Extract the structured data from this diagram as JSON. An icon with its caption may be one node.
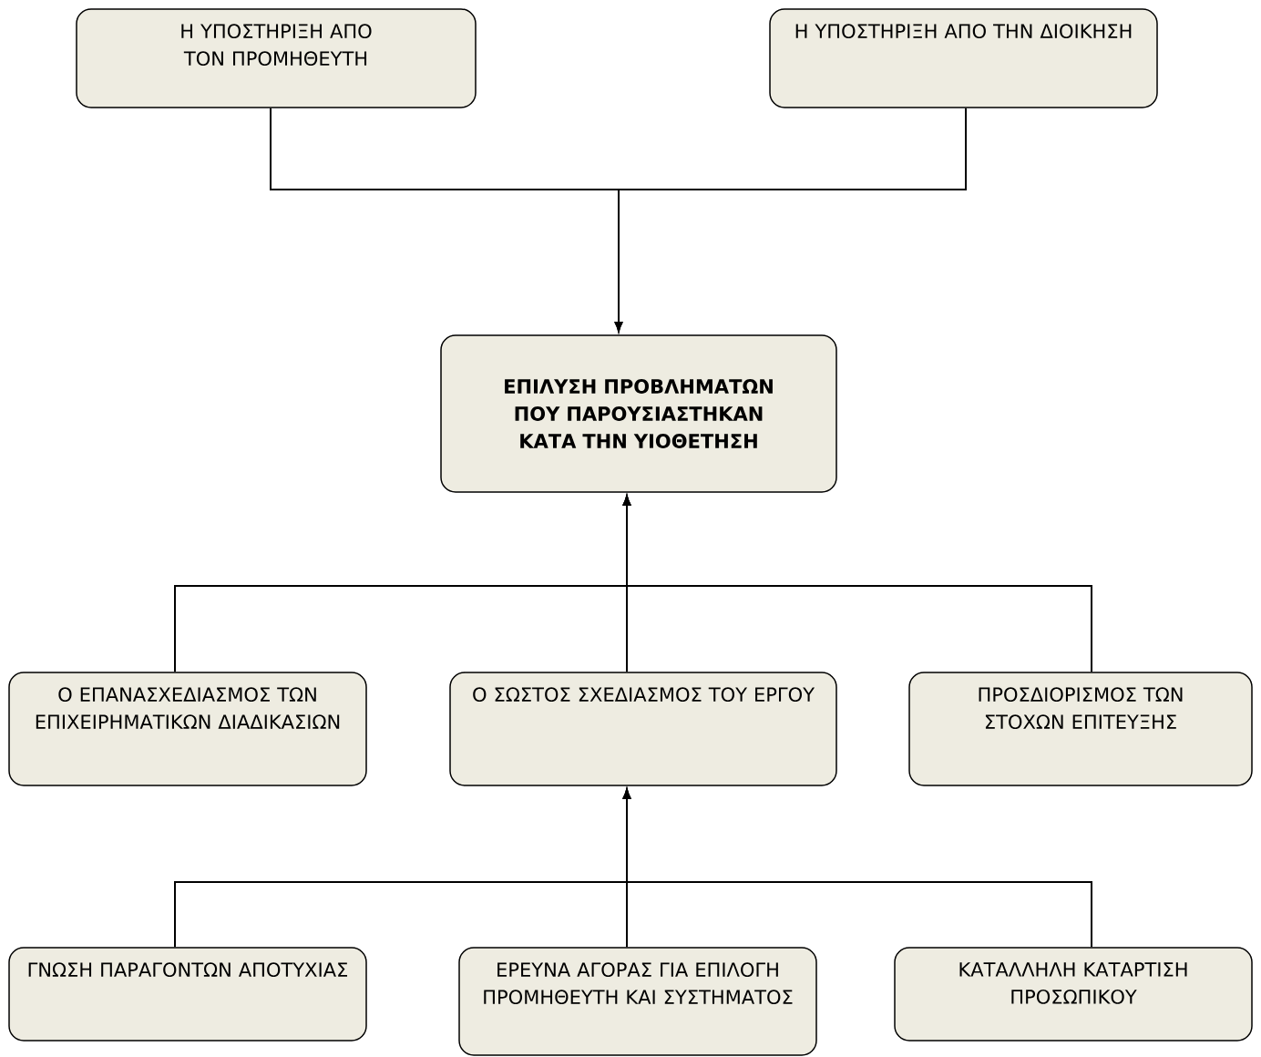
{
  "diagram": {
    "nodes": [
      {
        "text": [
          "Η ΥΠΟΣΤΗΡΙΞΗ ΑΠΟ ΤΟΝ ΠΡΟΜΗΘΕΥΤΗ"
        ]
      },
      {
        "text": [
          "Η ΥΠΟΣΤΗΡΙΞΗ ΑΠΟ ΤΗΝ ΔΙΟΙΚΗΣΗ"
        ]
      },
      {
        "text": [
          "ΕΠΙΛΥΣΗ ΠΡΟΒΛΗΜΑΤΩΝ ΠΟΥ ΠΑΡΟΥΣΙΑΣΤΗΚΑΝ ΚΑΤΑ ΤΗΝ ΥΙΟΘΕΤΗΣΗ"
        ]
      },
      {
        "text": [
          "Ο ΕΠΑΝΑΣΧΕΔΙΑΣΜΟΣ ΤΩΝ ΕΠΙΧΕΙΡΗΜΑΤΙΚΩΝ ΔΙΑΔΙΚΑΣΙΩΝ"
        ]
      },
      {
        "text": [
          "Ο ΣΩΣΤΟΣ ΣΧΕΔΙΑΣΜΟΣ ΤΟΥ ΕΡΓΟΥ"
        ]
      },
      {
        "text": [
          "ΠΡΟΣΔΙΟΡΙΣΜΟΣ ΤΩΝ ΣΤΟΧΩΝ ΕΠΙΤΕΥΞΗΣ"
        ]
      },
      {
        "text": [
          "ΓΝΩΣΗ ΠΑΡΑΓΟΝΤΩΝ ΑΠΟΤΥΧΙΑΣ"
        ]
      },
      {
        "text": [
          "ΕΡΕΥΝΑ ΑΓΟΡΑΣ ΓΙΑ ΕΠΙΛΟΓΗ ΠΡΟΜΗΘΕΥΤΗ ΚΑΙ ΣΥΣΤΗΜΑΤΟΣ"
        ]
      },
      {
        "text": [
          "ΚΑΤΑΛΛΗΛΗ ΚΑΤΑΡΤΙΣΗ ΠΡΟΣΩΠΙΚΟΥ"
        ]
      }
    ],
    "edges": [
      {
        "from": 0,
        "to": 2,
        "arrow": "to"
      },
      {
        "from": 1,
        "to": 2,
        "arrow": "to"
      },
      {
        "from": 3,
        "to": 2,
        "arrow": "to"
      },
      {
        "from": 4,
        "to": 2,
        "arrow": "to"
      },
      {
        "from": 5,
        "to": 2,
        "arrow": "to"
      },
      {
        "from": 6,
        "to": 4,
        "arrow": "to"
      },
      {
        "from": 7,
        "to": 4,
        "arrow": "to"
      },
      {
        "from": 8,
        "to": 4,
        "arrow": "to"
      }
    ]
  }
}
